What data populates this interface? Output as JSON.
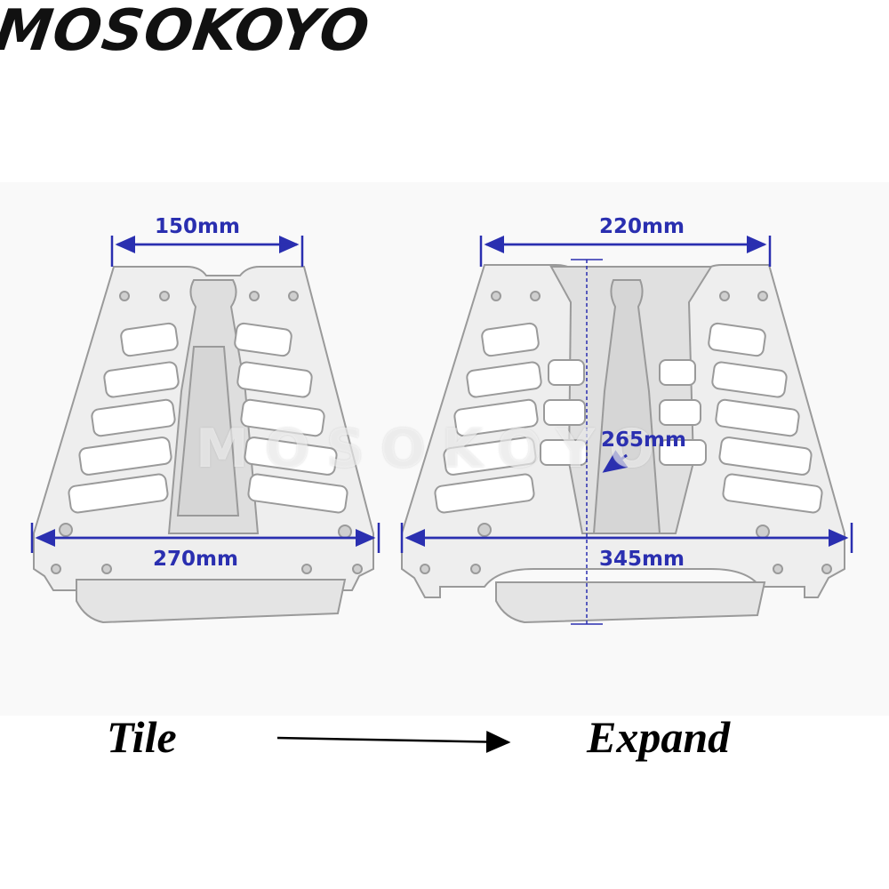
{
  "brand": {
    "name": "MOSOKOYO"
  },
  "tile_dims": {
    "top_width": "150mm",
    "bottom_width": "270mm"
  },
  "expand_dims": {
    "top_width": "220mm",
    "height": "265mm",
    "bottom_width": "345mm"
  },
  "states": {
    "left": "Tile",
    "right": "Expand"
  },
  "colors": {
    "dimension": "#2a2fb0",
    "outline": "#9a9a9a",
    "fill": "#eeeeee"
  }
}
